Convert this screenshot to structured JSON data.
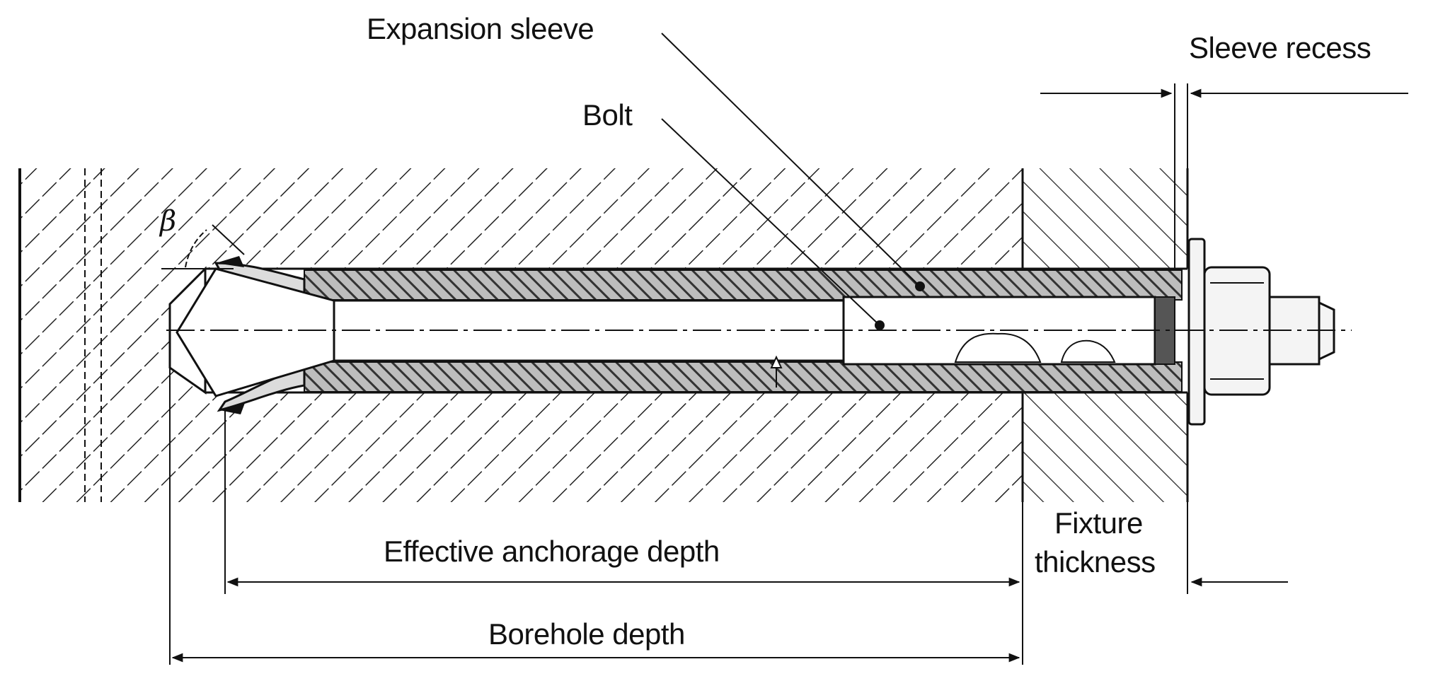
{
  "labels": {
    "expansion_sleeve": "Expansion sleeve",
    "bolt": "Bolt",
    "sleeve_recess": "Sleeve recess",
    "effective_anchorage_depth": "Effective anchorage depth",
    "borehole_depth": "Borehole depth",
    "fixture_line1": "Fixture",
    "fixture_line2": "thickness",
    "angle_symbol": "β"
  },
  "colors": {
    "ink": "#111111",
    "background": "#ffffff",
    "sleeve_fill": "#555555",
    "nut_fill": "#f4f4f4"
  }
}
